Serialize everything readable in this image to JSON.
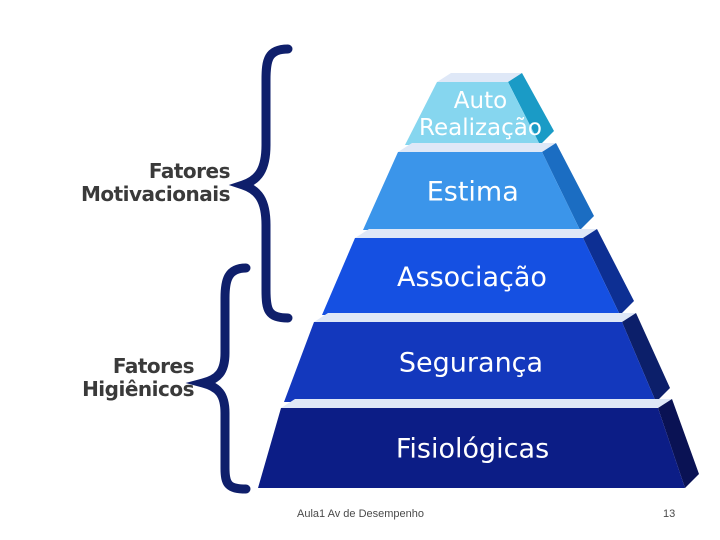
{
  "groups": {
    "motivational": [
      "Fatores",
      "Motivacionais"
    ],
    "hygienic": [
      "Fatores",
      "Higiênicos"
    ]
  },
  "levels": [
    {
      "lines": [
        "Auto",
        "Realização"
      ],
      "color": "#86d6ef",
      "side": "#1a9bc6"
    },
    {
      "lines": [
        "Estima"
      ],
      "color": "#3b95ea",
      "side": "#1b6dc2"
    },
    {
      "lines": [
        "Associação"
      ],
      "color": "#1550e2",
      "side": "#0d2f93"
    },
    {
      "lines": [
        "Segurança"
      ],
      "color": "#1338bd",
      "side": "#0c1f6a"
    },
    {
      "lines": [
        "Fisiológicas"
      ],
      "color": "#0c1d86",
      "side": "#0a1254"
    }
  ],
  "colors": {
    "text_on_level": "#ffffff",
    "brace": "#0f1f6b",
    "label": "#3a3a3a"
  },
  "footer": {
    "title": "Aula1 Av de Desempenho",
    "page": "13"
  }
}
